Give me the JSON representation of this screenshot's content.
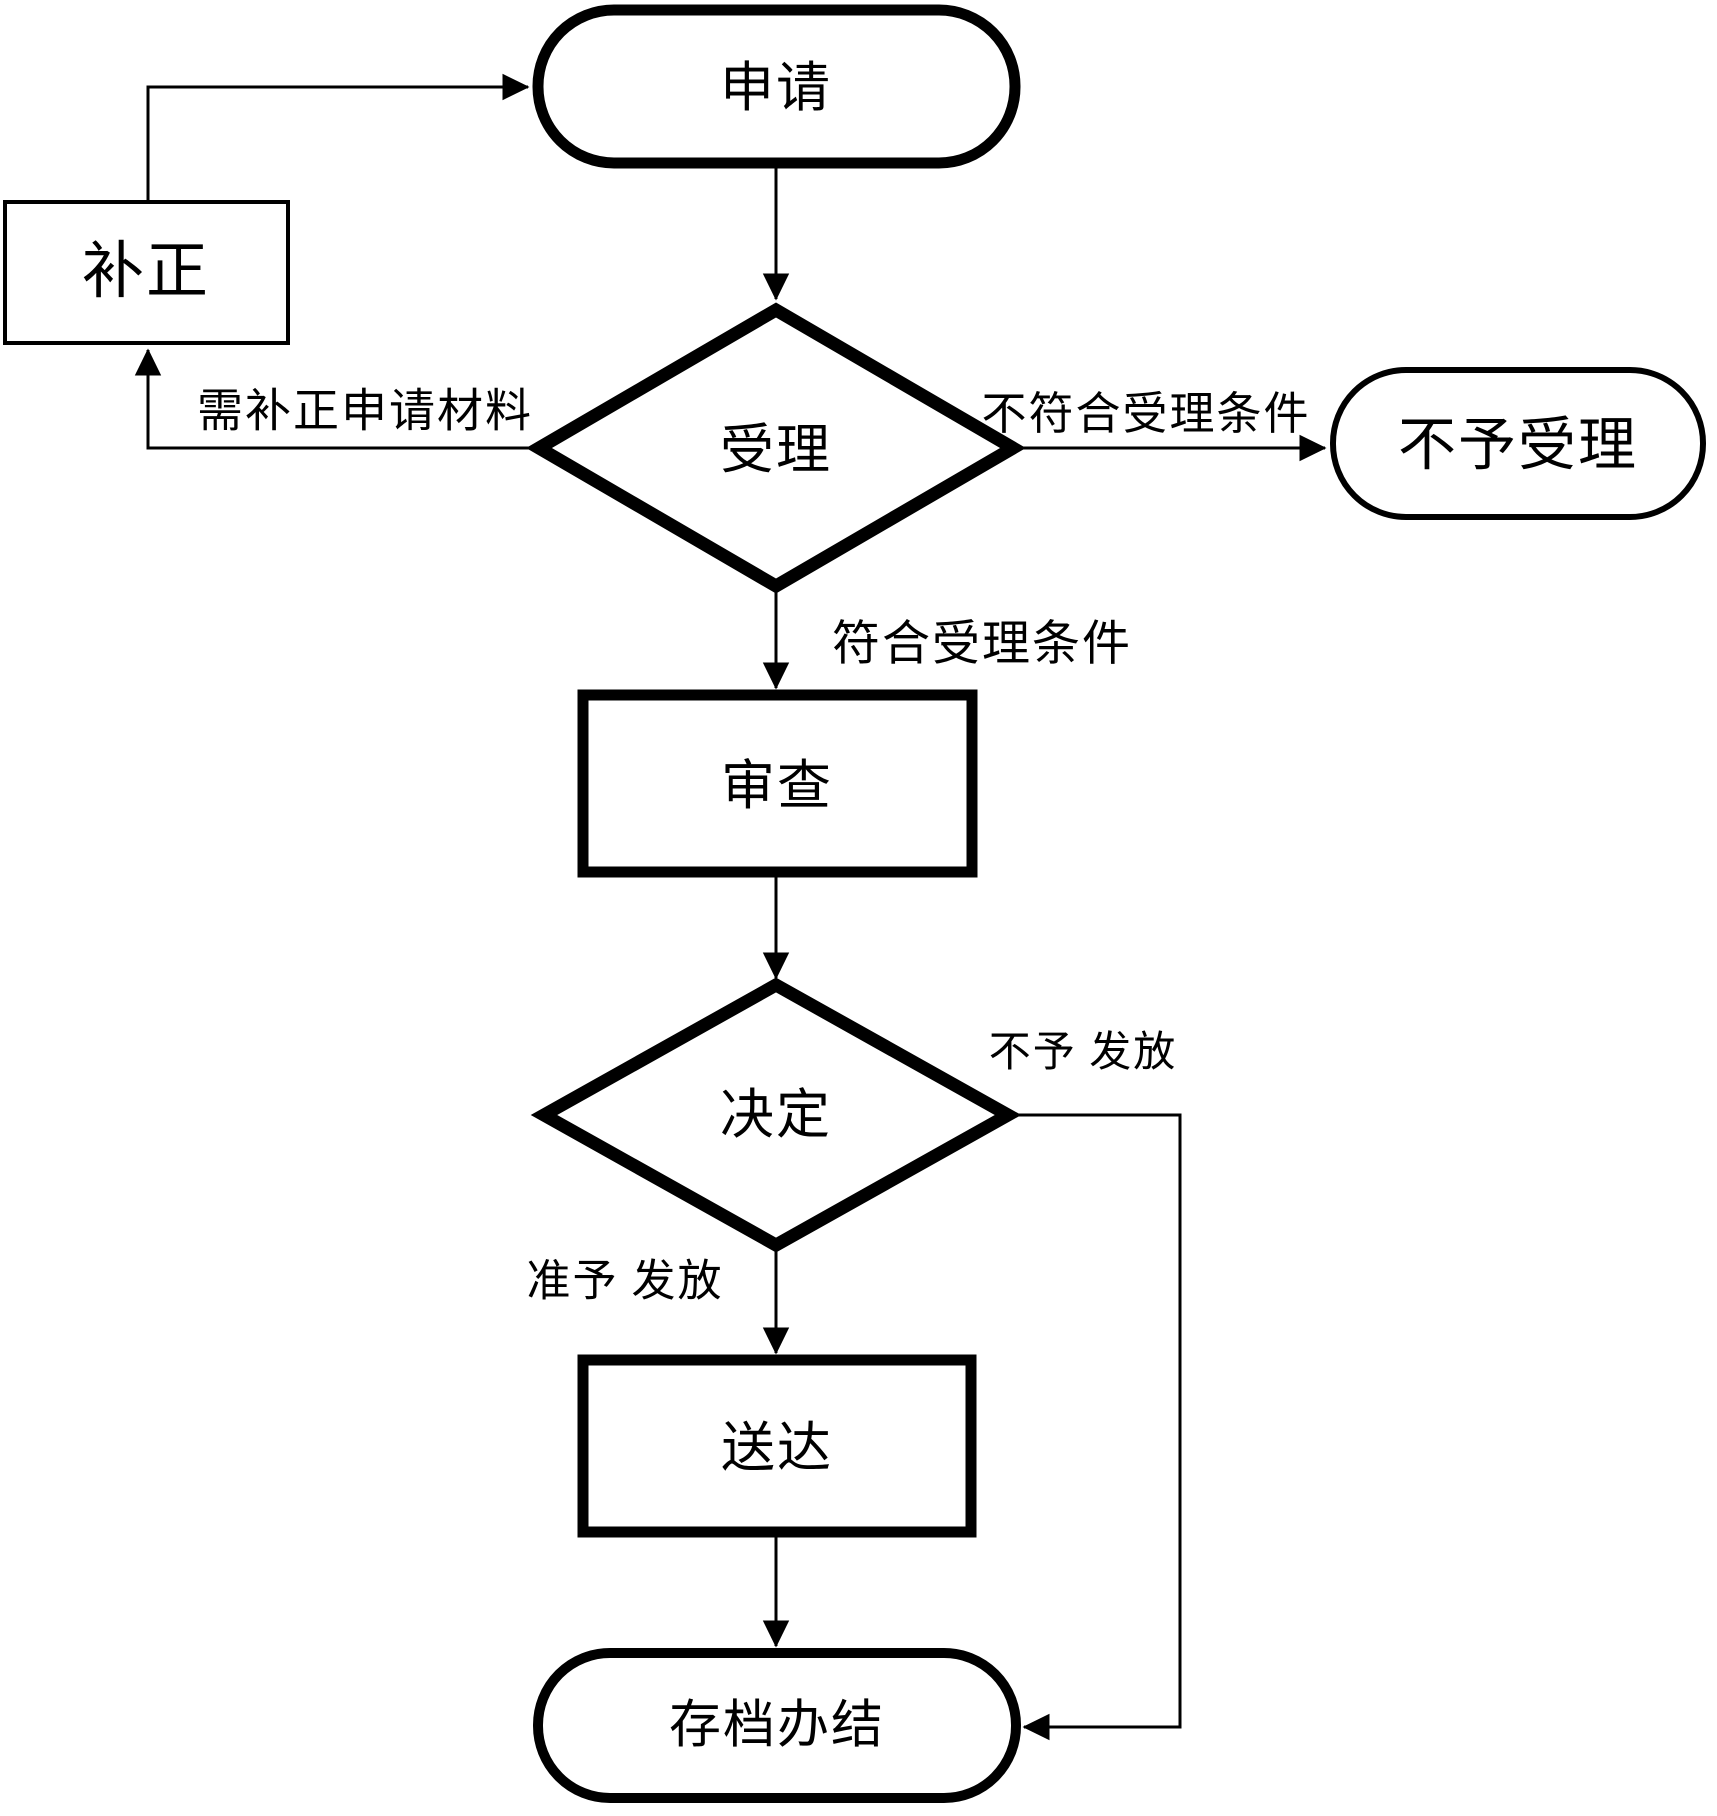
{
  "colors": {
    "ink": "#000000",
    "paper": "#ffffff"
  },
  "nodes": {
    "apply": {
      "label": "申请",
      "shape": "stadium"
    },
    "supplement": {
      "label": "补正",
      "shape": "rect"
    },
    "accept": {
      "label": "受理",
      "shape": "diamond"
    },
    "reject_accept": {
      "label": "不予受理",
      "shape": "stadium"
    },
    "review": {
      "label": "审查",
      "shape": "rect"
    },
    "decide": {
      "label": "决定",
      "shape": "diamond"
    },
    "deliver": {
      "label": "送达",
      "shape": "rect"
    },
    "archive": {
      "label": "存档办结",
      "shape": "stadium"
    }
  },
  "edges": {
    "need_supplement": {
      "label": "需补正申请材料",
      "from": "accept",
      "to": "supplement"
    },
    "not_meet": {
      "label": "不符合受理条件",
      "from": "accept",
      "to": "reject_accept"
    },
    "meet": {
      "label": "符合受理条件",
      "from": "accept",
      "to": "review"
    },
    "deny_issue": {
      "label": "不予 发放",
      "from": "decide",
      "to": "archive"
    },
    "grant_issue": {
      "label": "准予 发放",
      "from": "decide",
      "to": "deliver"
    }
  }
}
